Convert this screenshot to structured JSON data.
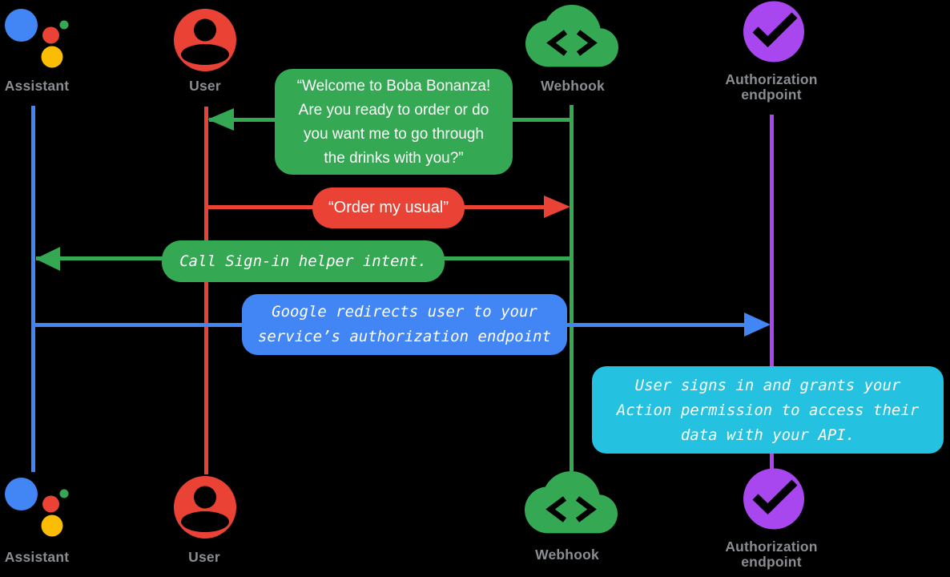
{
  "colors": {
    "background": "#000000",
    "assistant_blue": "#4285F4",
    "user_red": "#EA4335",
    "webhook_green": "#34A853",
    "authorization_purple": "#A846F0",
    "assistant_yellow": "#FBBC04",
    "assistant_green_dot": "#34A853",
    "note_cyan": "#24C1E0",
    "label_gray": "#8A8D91",
    "bubble_text": "#FFFFFF"
  },
  "actors": [
    {
      "id": "assistant",
      "label": "Assistant",
      "icon": "google-assistant-logo"
    },
    {
      "id": "user",
      "label": "User",
      "icon": "account-circle-icon"
    },
    {
      "id": "webhook",
      "label": "Webhook",
      "icon": "cloud-code-icon"
    },
    {
      "id": "authorization_endpoint",
      "label": "Authorization endpoint",
      "icon": "check-circle-icon"
    }
  ],
  "messages": [
    {
      "from": "Webhook",
      "to": "User",
      "bubble_color": "green",
      "text_style": "speech",
      "lines": [
        "“Welcome to Boba Bonanza!",
        "Are you ready to order or do",
        "you want me to go through",
        "the drinks with you?”"
      ]
    },
    {
      "from": "User",
      "to": "Webhook",
      "bubble_color": "red",
      "text_style": "speech",
      "text": "“Order my usual”"
    },
    {
      "from": "Webhook",
      "to": "Assistant",
      "bubble_color": "green",
      "text_style": "code",
      "text": "Call Sign-in helper intent."
    },
    {
      "from": "Assistant",
      "to": "Authorization endpoint",
      "bubble_color": "blue",
      "text_style": "code",
      "lines": [
        "Google redirects user to your",
        "service’s authorization endpoint"
      ]
    },
    {
      "attached_to": "Authorization endpoint",
      "bubble_color": "cyan",
      "text_style": "code",
      "lines": [
        "User signs in and grants your",
        "Action permission to access their",
        "data with your API."
      ]
    }
  ]
}
